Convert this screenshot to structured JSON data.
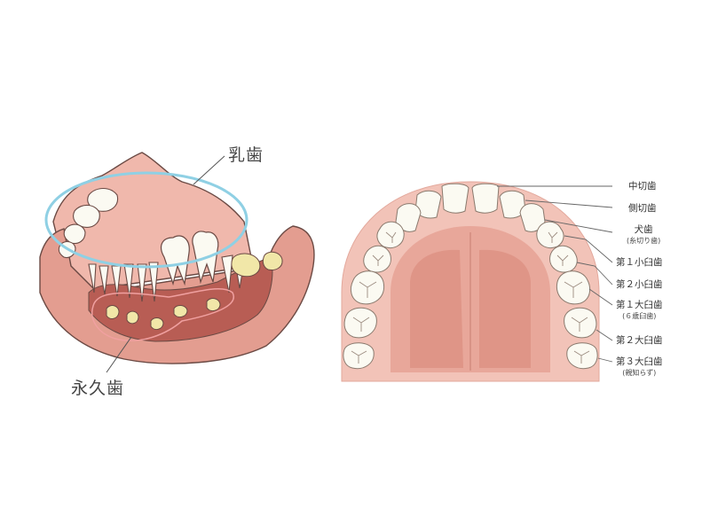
{
  "left_diagram": {
    "primary_teeth_label": "乳歯",
    "permanent_teeth_label": "永久歯"
  },
  "right_diagram": {
    "teeth_labels": [
      {
        "name": "中切歯",
        "note": ""
      },
      {
        "name": "側切歯",
        "note": ""
      },
      {
        "name": "犬歯",
        "note": "(糸切り歯)"
      },
      {
        "name": "第１小臼歯",
        "note": ""
      },
      {
        "name": "第２小臼歯",
        "note": ""
      },
      {
        "name": "第１大臼歯",
        "note": "(６歳臼歯)"
      },
      {
        "name": "第２大臼歯",
        "note": ""
      },
      {
        "name": "第３大臼歯",
        "note": "(親知らず)"
      }
    ]
  },
  "colors": {
    "gum": "#e8a79a",
    "gum_dark": "#c97f72",
    "tooth": "#fbfaf2",
    "bud": "#f1e7a8",
    "primary_outline": "#8fd0e4",
    "permanent_outline": "#f0a0a0"
  }
}
